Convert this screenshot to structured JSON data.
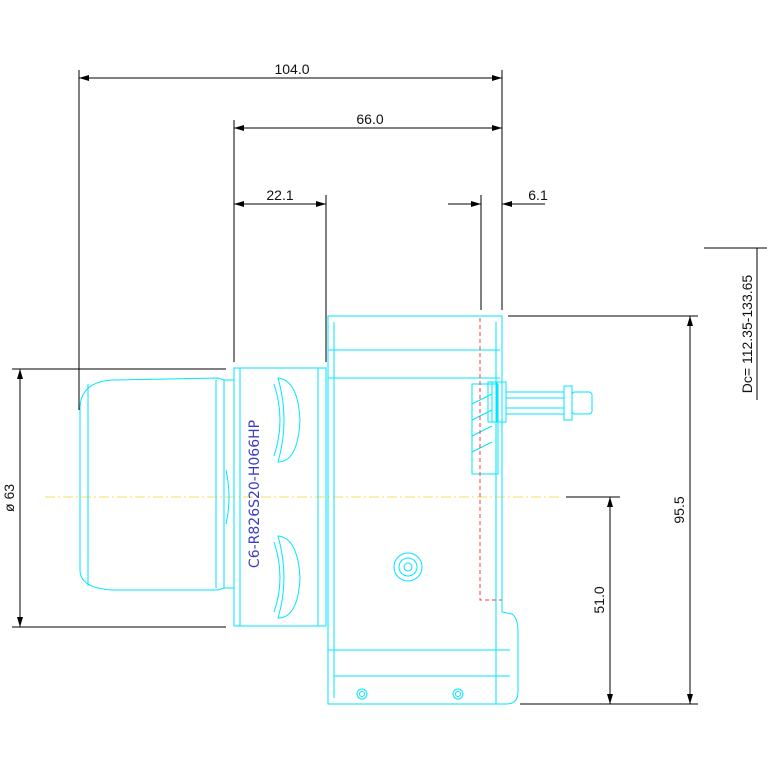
{
  "colors": {
    "outline": "#00e5ff",
    "dimension": "#000000",
    "centerline": "#f5e05a",
    "hidden": "#ff3b3b",
    "model_text": "#3c3cc8"
  },
  "dimensions": {
    "overall_length": "104.0",
    "body_length": "66.0",
    "flange_length": "22.1",
    "offset": "6.1",
    "diameter": "ø  63",
    "height": "95.5",
    "center_height": "51.0",
    "dc_range": "Dc= 112.35-133.65"
  },
  "model": "C6-R826S20-H066HP"
}
